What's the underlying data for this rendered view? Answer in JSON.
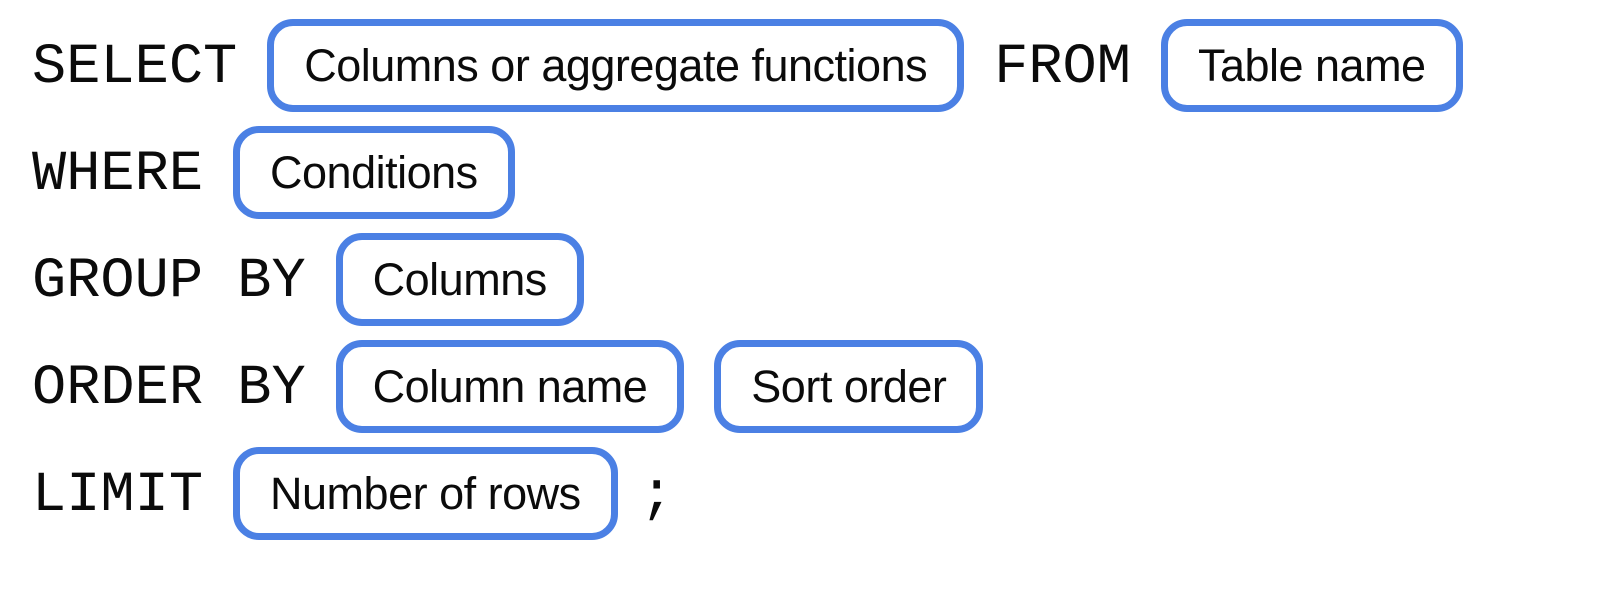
{
  "diagram": {
    "accent_color": "#4b80e4",
    "text_color": "#0b0b0b",
    "rows": [
      {
        "keyword": "SELECT",
        "placeholder1": "Columns or aggregate functions",
        "keyword2": "FROM",
        "placeholder2": "Table name"
      },
      {
        "keyword": "WHERE",
        "placeholder1": "Conditions"
      },
      {
        "keyword": "GROUP BY",
        "placeholder1": "Columns"
      },
      {
        "keyword": "ORDER BY",
        "placeholder1": "Column name",
        "placeholder2": "Sort order"
      },
      {
        "keyword": "LIMIT",
        "placeholder1": "Number of rows",
        "terminator": ";"
      }
    ]
  }
}
